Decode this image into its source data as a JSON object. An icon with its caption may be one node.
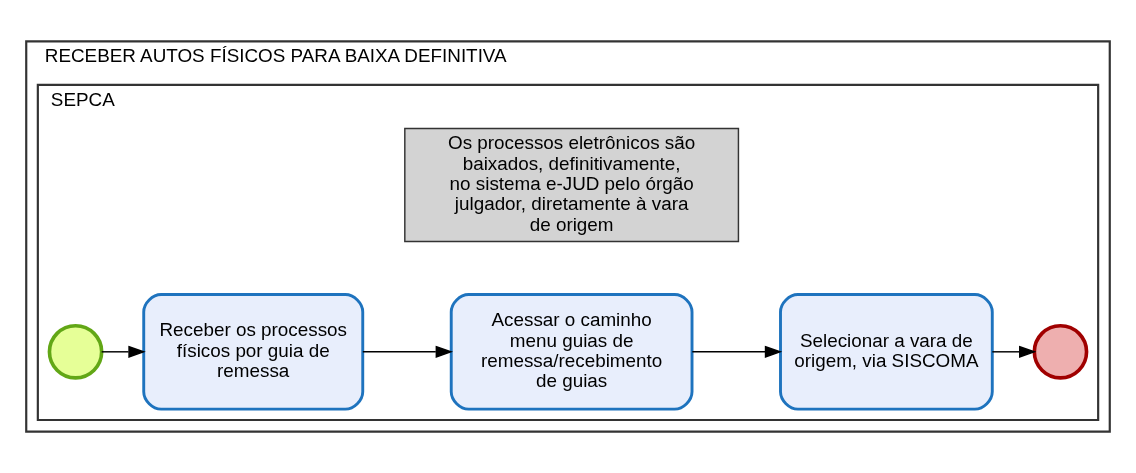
{
  "diagram": {
    "nodes": [
      {
        "text": [
          "RECEBER AUTOS FÍSICOS PARA BAIXA DEFINITIVA"
        ]
      },
      {
        "text": [
          "SEPCA"
        ],
        "in": 0
      },
      {
        "text": [
          "Os processos eletrônicos são baixados, definitivamente, no sistema e-JUD pelo órgão julgador, diretamente à vara de origem"
        ],
        "in": 1
      },
      {
        "text": [],
        "shape": "circle",
        "in": 1
      },
      {
        "text": [
          "Receber os processos físicos por guia de remessa"
        ],
        "in": 1
      },
      {
        "text": [
          "Acessar o caminho menu guias de remessa/recebimento de guias"
        ],
        "in": 1
      },
      {
        "text": [
          "Selecionar a vara de origem, via SISCOMA"
        ],
        "in": 1
      },
      {
        "text": [],
        "shape": "circle",
        "in": 1
      }
    ],
    "edges": [
      {
        "from": 3,
        "to": 4,
        "arrow": "to"
      },
      {
        "from": 4,
        "to": 5,
        "arrow": "to"
      },
      {
        "from": 5,
        "to": 6,
        "arrow": "to"
      },
      {
        "from": 6,
        "to": 7,
        "arrow": "to"
      }
    ]
  }
}
